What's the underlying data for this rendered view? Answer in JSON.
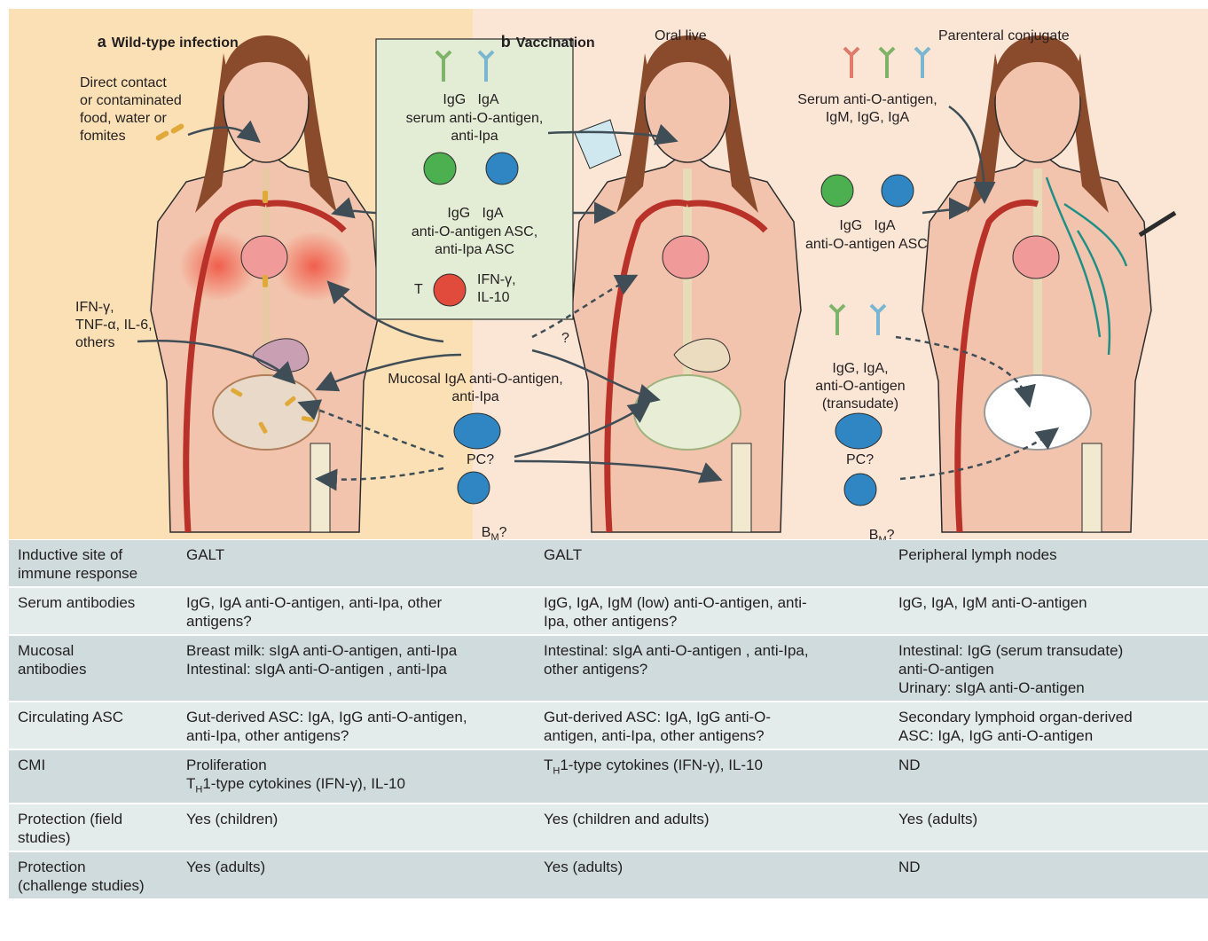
{
  "panels": {
    "a": {
      "letter": "a",
      "title": "Wild-type infection"
    },
    "b": {
      "letter": "b",
      "title": "Vaccination"
    }
  },
  "subtitles": {
    "oral": "Oral live",
    "parenteral": "Parenteral conjugate"
  },
  "labels": {
    "direct_contact": "Direct contact\nor contaminated\nfood, water or\nfomites",
    "cytokines": "IFN-γ,\nTNF-α, IL-6,\nothers",
    "serum_antibody_types": "IgG   IgA",
    "serum_antibody_desc": "serum anti-O-antigen,\nanti-Ipa",
    "asc_types": "IgG   IgA",
    "asc_desc": "anti-O-antigen ASC,\nanti-Ipa ASC",
    "t_cell": "T",
    "t_cell_cytokines": "IFN-γ,\nIL-10",
    "question_mark": "?",
    "mucosal_iga": "Mucosal IgA anti-O-antigen,\nanti-Ipa",
    "pc_q": "PC?",
    "bm_q_main": "B",
    "bm_q_sub": "M",
    "bm_q_end": "?",
    "serum_conj": "Serum anti-O-antigen,\nIgM, IgG, IgA",
    "conj_asc_types": "IgG   IgA",
    "conj_asc_desc": "anti-O-antigen ASC",
    "transudate": "IgG, IgA,\nanti-O-antigen\n(transudate)",
    "pc_q2": "PC?",
    "bm_q2_main": "B",
    "bm_q2_sub": "M",
    "bm_q2_end": "?"
  },
  "colors": {
    "bg_left": "#fbe0b5",
    "bg_right": "#fbe6d6",
    "skin": "#f3c4ad",
    "hair": "#8a4a2c",
    "artery": "#b9322a",
    "lung": "#ef6a56",
    "gut": "#e9d9c9",
    "bacteria": "#e0a93a",
    "lymph": "#1f8f86",
    "box": "#e3ecd4",
    "arrow": "#3e4d56",
    "table_dark": "#cfdbdc",
    "table_light": "#e4ebeb"
  },
  "table": {
    "rows": [
      {
        "cells": [
          "Inductive site of\nimmune response",
          "GALT",
          "GALT",
          "Peripheral lymph nodes"
        ]
      },
      {
        "cells": [
          "Serum antibodies",
          "IgG, IgA anti-O-antigen, anti-Ipa, other\nantigens?",
          "IgG, IgA, IgM (low) anti-O-antigen, anti-\nIpa, other antigens?",
          "IgG, IgA, IgM anti-O-antigen"
        ]
      },
      {
        "cells": [
          "Mucosal\nantibodies",
          "Breast milk: sIgA anti-O-antigen, anti-Ipa\nIntestinal: sIgA anti-O-antigen , anti-Ipa",
          "Intestinal: sIgA anti-O-antigen , anti-Ipa,\nother antigens?",
          "Intestinal: IgG (serum transudate)\nanti-O-antigen\nUrinary: sIgA anti-O-antigen"
        ]
      },
      {
        "cells": [
          "Circulating ASC",
          "Gut-derived ASC: IgA, IgG anti-O-antigen,\nanti-Ipa, other antigens?",
          "Gut-derived ASC: IgA, IgG anti-O-\nantigen, anti-Ipa, other antigens?",
          "Secondary lymphoid organ-derived\nASC: IgA, IgG anti-O-antigen"
        ]
      },
      {
        "cells": [
          "CMI",
          "Proliferation",
          "1-type cytokines (IFN-γ), IL-10",
          "ND"
        ],
        "cell1_line2_sub": "H",
        "cell1_line2": "1-type cytokines (IFN-γ), IL-10",
        "prefix": "T"
      },
      {
        "cells": [
          "Protection (field\nstudies)",
          "Yes (children)",
          "Yes (children and adults)",
          "Yes (adults)"
        ]
      },
      {
        "cells": [
          "Protection\n(challenge studies)",
          "Yes (adults)",
          "Yes (adults)",
          "ND"
        ]
      }
    ]
  }
}
